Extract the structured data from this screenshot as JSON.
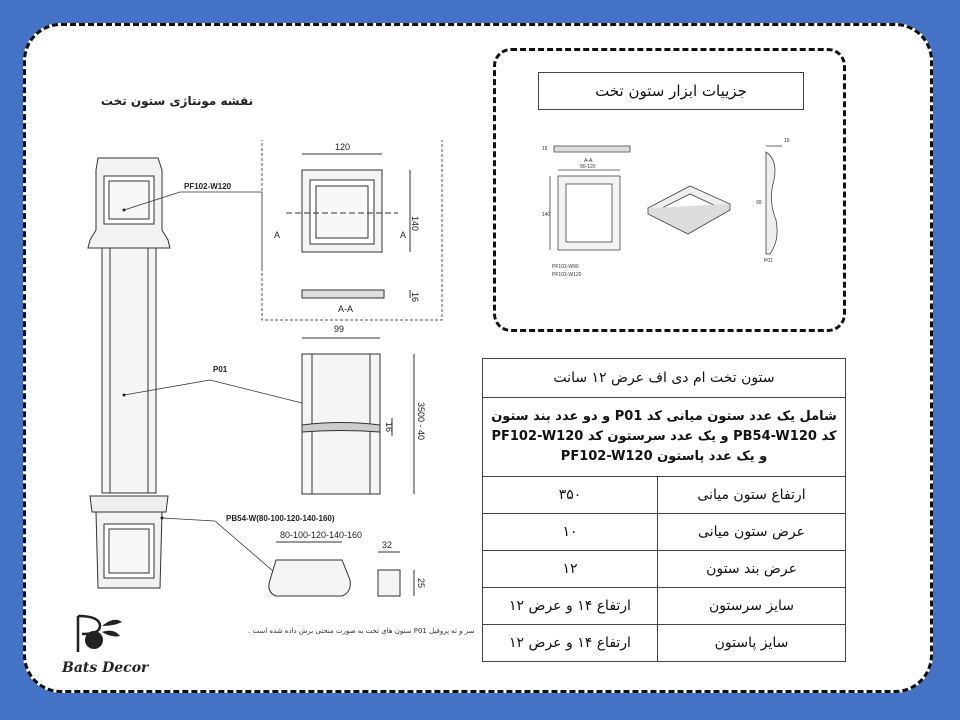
{
  "drawing": {
    "title": "نقشه مونتاژی ستون تخت",
    "callouts": {
      "capital": "PF102-W120",
      "shaft": "P01",
      "band": "PB54-W(80-100-120-140-160)"
    },
    "dims": {
      "cap_width": "120",
      "cap_height": "140",
      "cap_profile": "16",
      "section_a": "A",
      "section_aa": "A-A",
      "shaft_width": "99",
      "shaft_depth": "16",
      "shaft_length": "3500 - 40",
      "band_widths": "80-100-120-140-160",
      "band_depth": "32",
      "band_height": "25"
    },
    "note": "سر و ته پروفیل P01 ستون های تخت به صورت منحنی برش داده شده است ."
  },
  "detail": {
    "title": "جزییات ابزار ستون تخت",
    "small": {
      "aa": "A-A",
      "w": "90-120",
      "h": "140",
      "p16": "16",
      "p99": "99",
      "code1": "PF102-W90",
      "code2": "PF102-W120",
      "p01": "P01"
    }
  },
  "spec": {
    "heading": "ستون تخت ام دی اف عرض ۱۲ سانت",
    "description": "شامل یک عدد ستون میانی کد P01 و دو عدد بند ستون کد PB54-W120 و یک عدد سرستون کد PF102-W120 و یک عدد پاستون PF102-W120",
    "rows": [
      {
        "label": "ارتفاع ستون میانی",
        "value": "۳۵۰"
      },
      {
        "label": "عرض ستون میانی",
        "value": "۱۰"
      },
      {
        "label": "عرض بند ستون",
        "value": "۱۲"
      },
      {
        "label": "سایز سرستون",
        "value": "ارتفاع ۱۴ و عرض ۱۲"
      },
      {
        "label": "سایز پاستون",
        "value": "ارتفاع ۱۴ و عرض ۱۲"
      }
    ]
  },
  "brand": {
    "name": "Bats Decor"
  }
}
